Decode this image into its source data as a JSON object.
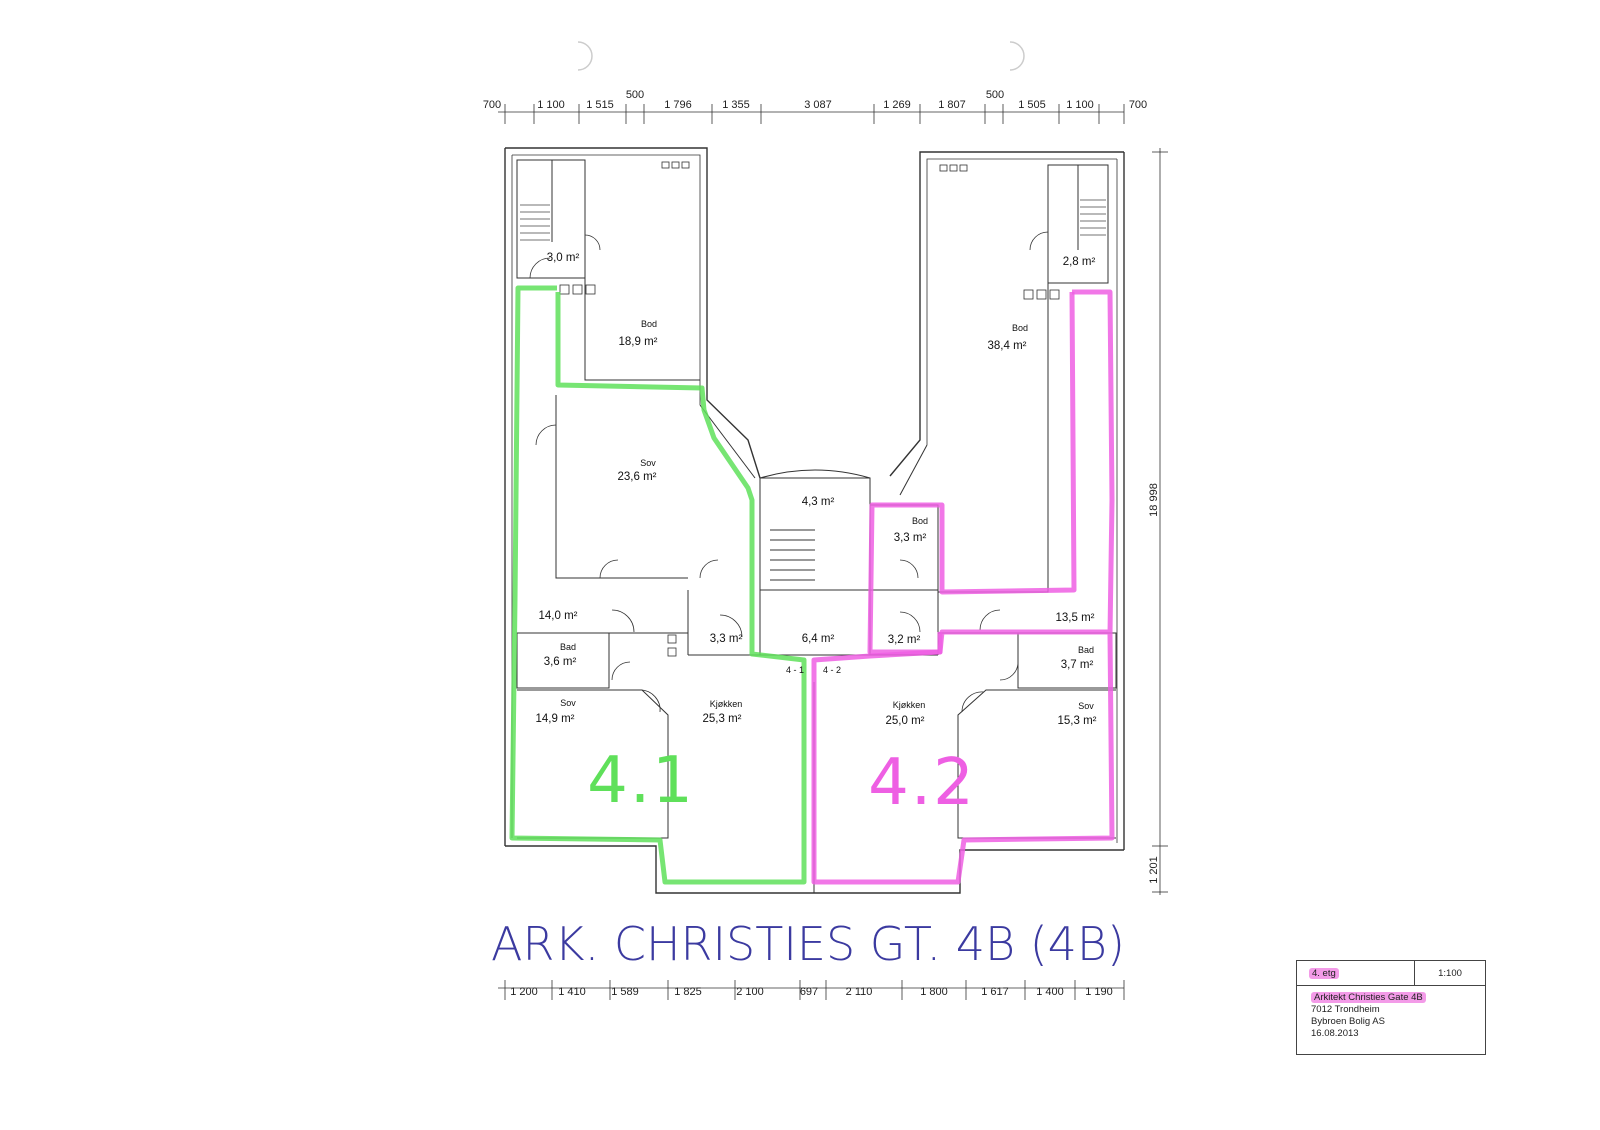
{
  "top_dims": [
    "700",
    "1 100",
    "1 515",
    "500",
    "1 796",
    "1 355",
    "3 087",
    "1 269",
    "1 807",
    "500",
    "1 505",
    "1 100",
    "700"
  ],
  "bottom_dims": [
    "1 200",
    "1 410",
    "1 589",
    "1 825",
    "2 100",
    "697",
    "2 110",
    "1 800",
    "1 617",
    "1 400",
    "1 190"
  ],
  "right_dims": {
    "overall": "18 998",
    "bottom": "1 201"
  },
  "rooms": {
    "stair_left": {
      "area": "3,0 m²"
    },
    "bod_left": {
      "name": "Bod",
      "area": "18,9 m²"
    },
    "sov_left_big": {
      "name": "Sov",
      "area": "23,6 m²"
    },
    "hall_left": {
      "area": "14,0 m²"
    },
    "bad_left": {
      "name": "Bad",
      "area": "3,6 m²"
    },
    "sov_left_small": {
      "name": "Sov",
      "area": "14,9 m²"
    },
    "kjokken_left": {
      "name": "Kjøkken",
      "area": "25,3 m²"
    },
    "entry_left": {
      "area": "3,3 m²"
    },
    "stair_center": {
      "area": "4,3 m²"
    },
    "landing": {
      "area": "6,4 m²"
    },
    "stair_right": {
      "area": "2,8 m²"
    },
    "bod_right": {
      "name": "Bod",
      "area": "38,4 m²"
    },
    "bod_small": {
      "name": "Bod",
      "area": "3,3 m²"
    },
    "entry_right": {
      "area": "3,2 m²"
    },
    "hall_right": {
      "area": "13,5 m²"
    },
    "bad_right": {
      "name": "Bad",
      "area": "3,7 m²"
    },
    "sov_right": {
      "name": "Sov",
      "area": "15,3 m²"
    },
    "kjokken_right": {
      "name": "Kjøkken",
      "area": "25,0 m²"
    }
  },
  "unit_tags": {
    "left": "4 - 1",
    "right": "4 - 2"
  },
  "handwriting": {
    "unit_left": "4.1",
    "unit_right": "4.2",
    "title": "ARK. CHRISTIES GT. 4B  (4B)"
  },
  "colors": {
    "unit_left": "#5fe05a",
    "unit_right": "#ee5fe3",
    "pen": "#3b3aa0"
  },
  "title_block": {
    "floor": "4. etg",
    "scale": "1:100",
    "address1": "Arkitekt Christies Gate 4B",
    "address2": "7012 Trondheim",
    "owner": "Bybroen Bolig AS",
    "date": "16.08.2013"
  }
}
